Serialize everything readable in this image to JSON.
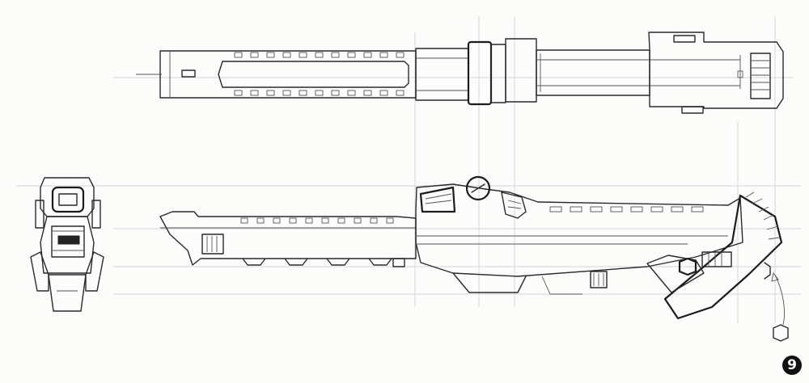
{
  "page": {
    "number": "9"
  },
  "colors": {
    "paper": "#fcfcfb",
    "pencil": "#2a2a2a",
    "guide": "#c9c9c9",
    "badge": "#111111"
  },
  "views": [
    {
      "id": "top-view"
    },
    {
      "id": "front-view"
    },
    {
      "id": "side-view"
    }
  ]
}
